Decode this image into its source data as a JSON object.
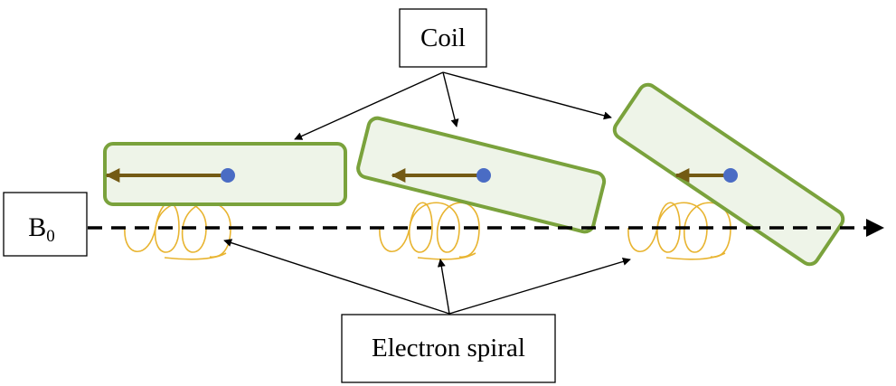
{
  "labels": {
    "coil": "Coil",
    "b0_main": "B",
    "b0_sub": "0",
    "electron_spiral": "Electron spiral"
  },
  "colors": {
    "coil_fill": "#eef4e8",
    "coil_stroke": "#7aa23c",
    "spiral": "#e8b430",
    "moment_arrow": "#735a14",
    "electron": "#4a6cc4",
    "lines": "#000000"
  },
  "coils": [
    {
      "name": "coil-horizontal",
      "tilt_degrees": 0
    },
    {
      "name": "coil-tilted-medium",
      "tilt_degrees": 14
    },
    {
      "name": "coil-tilted-steep",
      "tilt_degrees": 34
    }
  ]
}
